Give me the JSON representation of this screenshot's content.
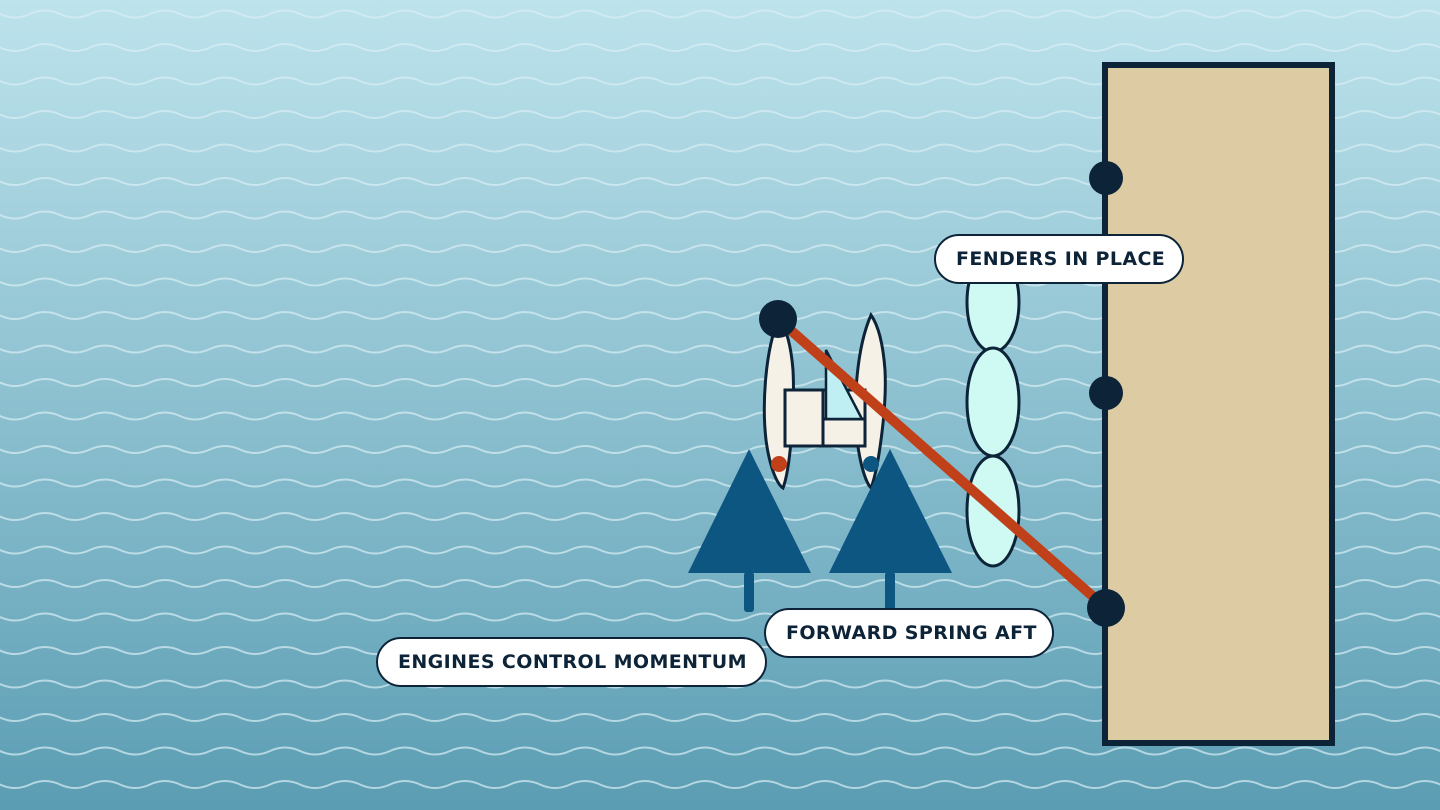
{
  "labels": {
    "fenders": "FENDERS IN PLACE",
    "spring": "FORWARD SPRING AFT",
    "engines": "ENGINES CONTROL MOMENTUM"
  },
  "colors": {
    "water_top": "#bde3ec",
    "water_bottom": "#5b9db3",
    "wave": "#d8eef4",
    "dock": "#dccba3",
    "outline": "#0c2338",
    "spring_line": "#c0401a",
    "thrust": "#0d5682",
    "fender": "#cffaf3",
    "hull": "#f6f1e7",
    "cabin_glass": "#bfeff3"
  },
  "icons": {
    "dock": "dock-icon",
    "boat": "catamaran-icon",
    "cleat": "cleat-icon",
    "fender": "fender-icon",
    "thrust": "thrust-arrow-icon",
    "line": "spring-line-icon"
  }
}
